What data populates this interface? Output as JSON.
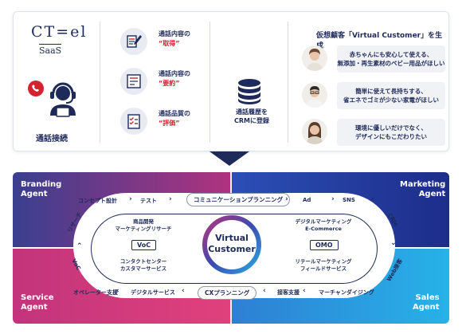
{
  "logo": {
    "main": "CT=el",
    "sub": "SaaS"
  },
  "call_connect_label": "通話接続",
  "steps": [
    {
      "line1": "通話内容の",
      "line2": "“取得”"
    },
    {
      "line1": "通話内容の",
      "line2": "“要約”"
    },
    {
      "line1": "通話品質の",
      "line2": "“評価”"
    }
  ],
  "crm": {
    "line1": "通話履歴を",
    "line2": "CRMに登録"
  },
  "persona_title": "仮想顧客「Virtual Customer」を生成",
  "personas": [
    {
      "line1": "赤ちゃんにも安心して使える、",
      "line2": "無添加・再生素材のベビー用品がほしい"
    },
    {
      "line1": "簡単に使えて長持ちする、",
      "line2": "省エネでゴミが少ない家電がほしい"
    },
    {
      "line1": "環境に優しいだけでなく、",
      "line2": "デザインにもこだわりたい"
    }
  ],
  "agents": {
    "branding": {
      "line1": "Branding",
      "line2": "Agent"
    },
    "marketing": {
      "line1": "Marketing",
      "line2": "Agent"
    },
    "service": {
      "line1": "Service",
      "line2": "Agent"
    },
    "sales": {
      "line1": "Sales",
      "line2": "Agent"
    }
  },
  "loop": {
    "concept": "コンセプト設計",
    "test": "テスト",
    "communication": "コミュニケーションプランニング",
    "ad": "Ad",
    "sns": "SNS",
    "crm": "CRM",
    "web": "Web接客",
    "merch": "マーチャンダイジング",
    "customer_service": "接客支援",
    "cx": "CXプランニング",
    "digital_service": "デジタルサービス",
    "operator": "オペレーター支援",
    "voc_side": "VoC",
    "research": "リサーチ"
  },
  "inner": {
    "voc": "VoC",
    "omo": "OMO",
    "product_dev_1": "商品開発",
    "product_dev_2": "マーケティングリサーチ",
    "contact_1": "コンタクトセンター",
    "contact_2": "カスタマーサービス",
    "digital_mkt_1": "デジタルマーケティング",
    "digital_mkt_2": "E-Commerce",
    "retail_1": "リテールマーケティング",
    "retail_2": "フィールドサービス"
  },
  "center": {
    "line1": "Virtual",
    "line2": "Customer"
  },
  "colors": {
    "navy": "#1e2a5a",
    "red": "#d4232f",
    "blue": "#1d3fa6",
    "magenta": "#b8327e",
    "cyan": "#2aa8e0"
  }
}
